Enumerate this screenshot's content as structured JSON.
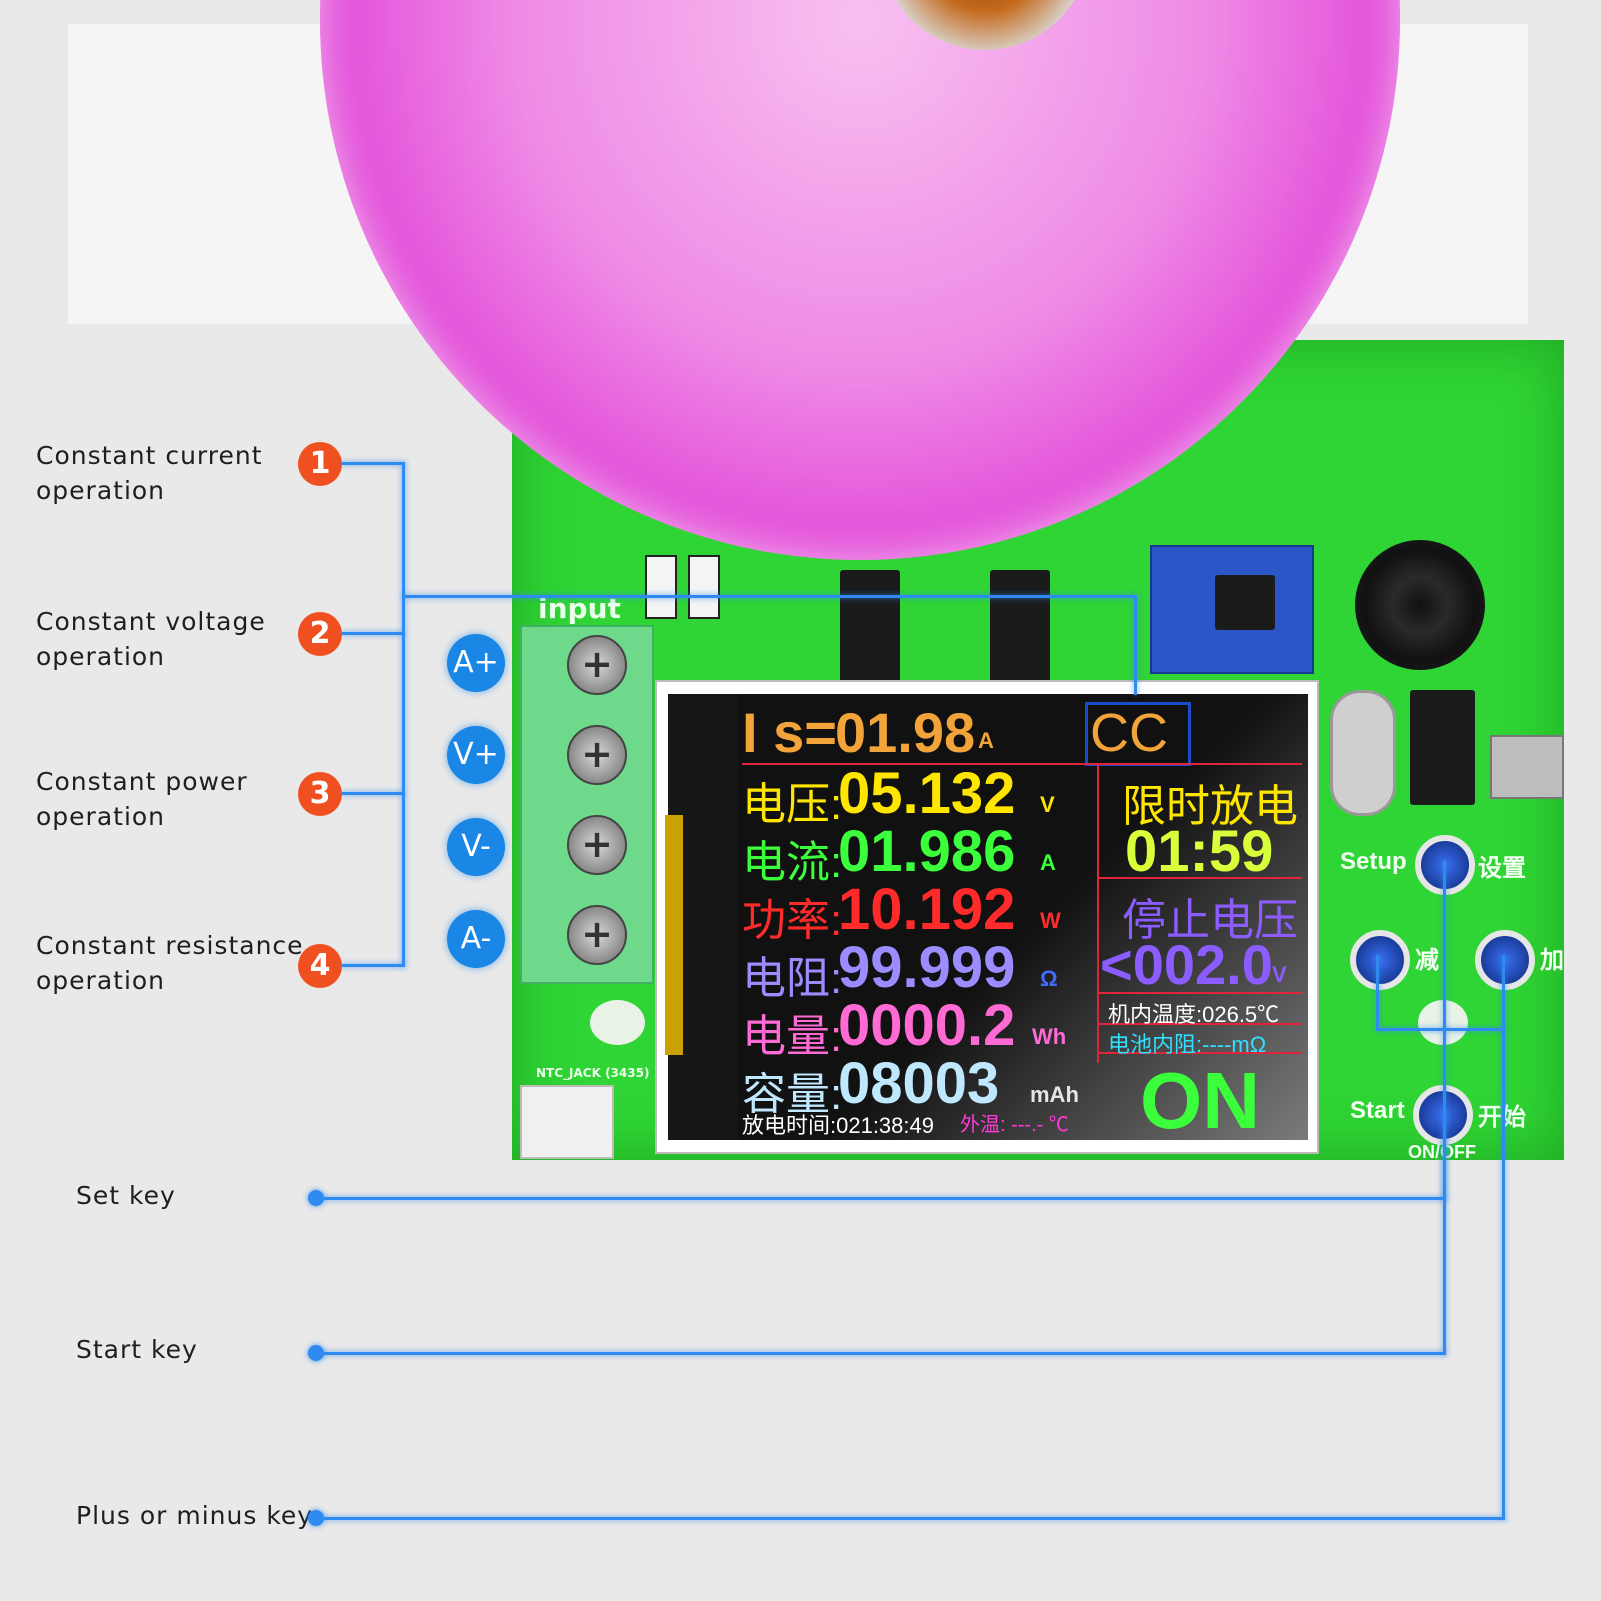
{
  "callouts": [
    {
      "number": "1",
      "label_line1": "Constant current",
      "label_line2": "operation"
    },
    {
      "number": "2",
      "label_line1": "Constant voltage",
      "label_line2": "operation"
    },
    {
      "number": "3",
      "label_line1": "Constant power",
      "label_line2": "operation"
    },
    {
      "number": "4",
      "label_line1": "Constant resistance",
      "label_line2": "operation"
    }
  ],
  "terminals": [
    "A+",
    "V+",
    "V-",
    "A-"
  ],
  "keys": {
    "set": "Set key",
    "start": "Start key",
    "plus_minus": "Plus or minus key"
  },
  "pcb": {
    "input_label": "input",
    "ntc_label": "NTC_JACK (3435)",
    "setup_label": "Setup",
    "setup_cn": "设置",
    "minus_cn": "减",
    "plus_cn": "加",
    "start_label": "Start",
    "start_cn": "开始",
    "onoff_label": "ON/OFF"
  },
  "lcd": {
    "set_current_prefix": "I s=",
    "set_current_value": "01.98",
    "set_current_unit": "A",
    "mode": "CC",
    "voltage_label": "电压:",
    "voltage_value": "05.132",
    "voltage_unit": "V",
    "current_label": "电流:",
    "current_value": "01.986",
    "current_unit": "A",
    "power_label": "功率:",
    "power_value": "10.192",
    "power_unit": "W",
    "resistance_label": "电阻:",
    "resistance_value": "99.999",
    "resistance_unit": "Ω",
    "energy_label": "电量:",
    "energy_value": "0000.2",
    "energy_unit": "Wh",
    "capacity_label": "容量:",
    "capacity_value": "08003",
    "capacity_unit": "mAh",
    "discharge_time": "放电时间:021:38:49",
    "ext_temp": "外温: ---.- ℃",
    "timed_discharge_label": "限时放电",
    "timed_discharge_value": "01:59",
    "stop_voltage_label": "停止电压",
    "stop_voltage_value": "<002.0",
    "stop_voltage_unit": "V",
    "internal_temp": "机内温度:026.5℃",
    "battery_resistance": "电池内阻:----mΩ",
    "state": "ON"
  },
  "colors": {
    "badge": "#f04f1f",
    "callout_line": "#2f8bf0",
    "pcb_green": "#2fd534",
    "fan_magenta": "#e040d6"
  }
}
